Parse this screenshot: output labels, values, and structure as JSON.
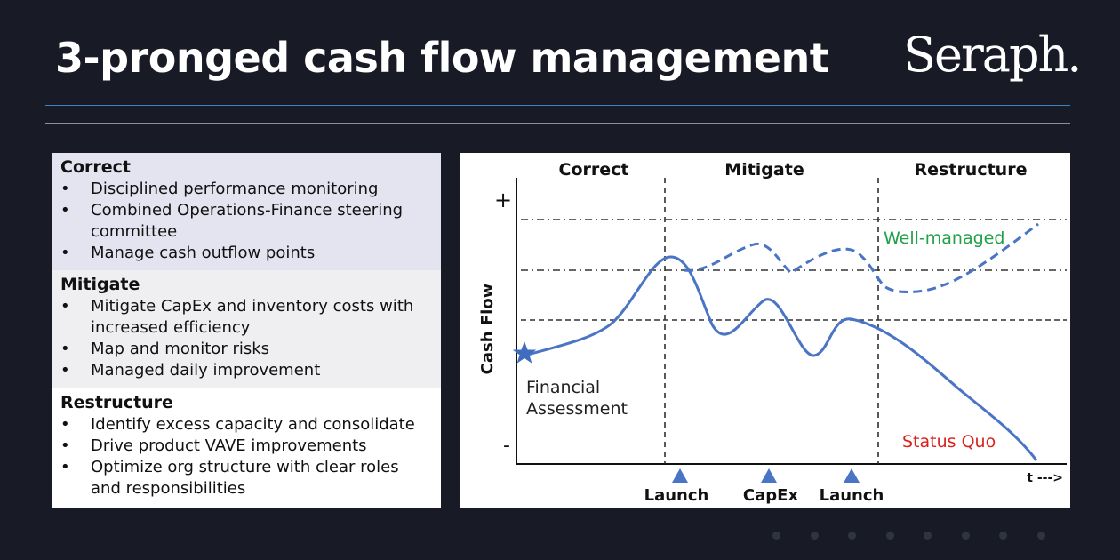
{
  "header": {
    "title": "3-pronged cash flow management",
    "logo": "Seraph."
  },
  "sections": [
    {
      "heading": "Correct",
      "items": [
        "Disciplined performance monitoring",
        "Combined Operations-Finance steering committee",
        "Manage cash outflow points"
      ]
    },
    {
      "heading": "Mitigate",
      "items": [
        "Mitigate CapEx and inventory costs with increased efficiency",
        "Map and monitor risks",
        "Managed daily improvement"
      ]
    },
    {
      "heading": "Restructure",
      "items": [
        "Identify excess capacity and consolidate",
        "Drive product VAVE improvements",
        "Optimize org structure with clear roles and responsibilities"
      ]
    }
  ],
  "diagram": {
    "phases": [
      "Correct",
      "Mitigate",
      "Restructure"
    ],
    "y_axis_label": "Cash Flow",
    "y_plus": "+",
    "y_minus": "-",
    "x_axis_label": "t --->",
    "start_label_line1": "Financial",
    "start_label_line2": "Assessment",
    "upper_path_label": "Well-managed",
    "lower_path_label": "Status Quo",
    "milestones": [
      "Launch",
      "CapEx",
      "Launch"
    ],
    "colors": {
      "line": "#4a74c4",
      "well_managed": "#22a04a",
      "status_quo": "#d9221c",
      "marker": "#3f6ec0"
    }
  },
  "pagination": {
    "slide_count": 8
  }
}
